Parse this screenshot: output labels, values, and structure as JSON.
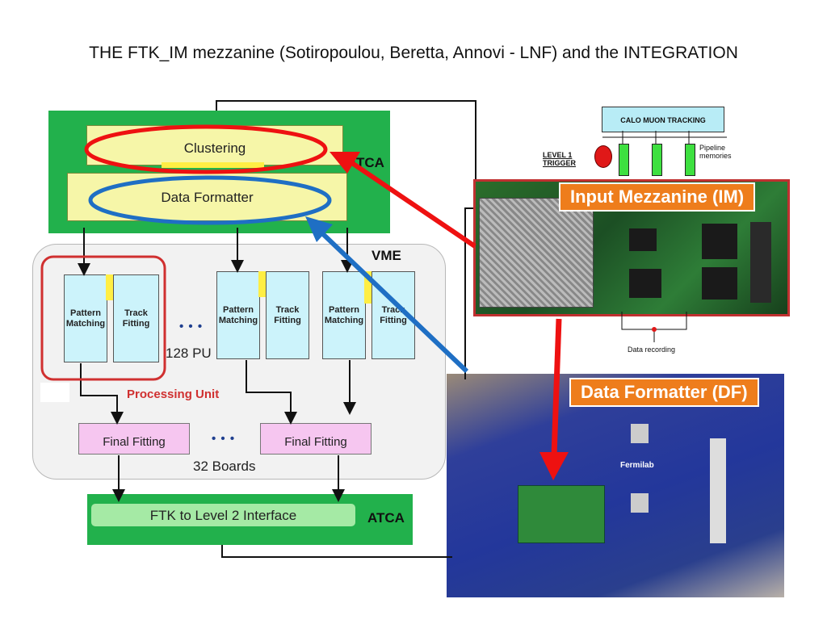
{
  "title": "THE FTK_IM mezzanine (Sotiropoulou, Beretta, Annovi - LNF) and the INTEGRATION",
  "diagram": {
    "clustering": "Clustering",
    "data_formatter": "Data Formatter",
    "atca_top": "ATCA",
    "vme": "VME",
    "pattern_matching": "Pattern Matching",
    "track_fitting": "Track Fitting",
    "dots": "• • •",
    "pu_count": "128 PU",
    "processing_unit": "Processing Unit",
    "final_fitting": "Final Fitting",
    "boards_count": "32 Boards",
    "ftk_l2": "FTK to Level 2 Interface",
    "atca_bottom": "ATCA"
  },
  "schematic": {
    "header": "CALO   MUON  TRACKING",
    "level_trigger": "LEVEL 1 TRIGGER",
    "pipeline": "Pipeline memories",
    "data_recording": "Data recording"
  },
  "photos": {
    "im_banner": "Input Mezzanine (IM)",
    "df_banner": "Data Formatter (DF)",
    "fermilab": "Fermilab"
  },
  "colors": {
    "atca_green": "#22b14c",
    "red_annotation": "#ee1111",
    "blue_annotation": "#1f6fc4",
    "banner_orange": "#ee7d1c"
  }
}
